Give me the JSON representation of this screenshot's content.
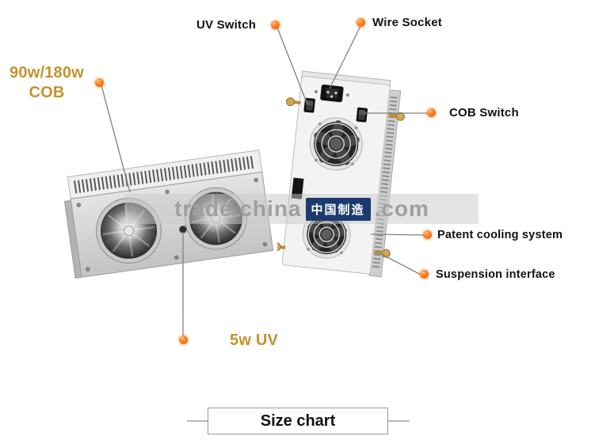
{
  "annotations": {
    "uv_switch": {
      "label": "UV Switch"
    },
    "wire_socket": {
      "label": "Wire Socket"
    },
    "cob_rating": {
      "label": "90w/180w\nCOB"
    },
    "cob_switch": {
      "label": "COB Switch"
    },
    "patent_cooling": {
      "label": "Patent cooling system"
    },
    "suspension_interface": {
      "label": "Suspension interface"
    },
    "uv_rating": {
      "label": "5w UV"
    }
  },
  "watermark": {
    "part1": "trade.",
    "part2": "china",
    "badge": "中国制造",
    "part3": ".com"
  },
  "footer": {
    "size_chart_label": "Size chart"
  },
  "icons": {
    "annotation_marker": "orange-dot"
  },
  "colors": {
    "accent_dot": "#ff6a00",
    "gold_text": "#c5932e",
    "label_text": "#111111",
    "leader_line": "#808080"
  }
}
